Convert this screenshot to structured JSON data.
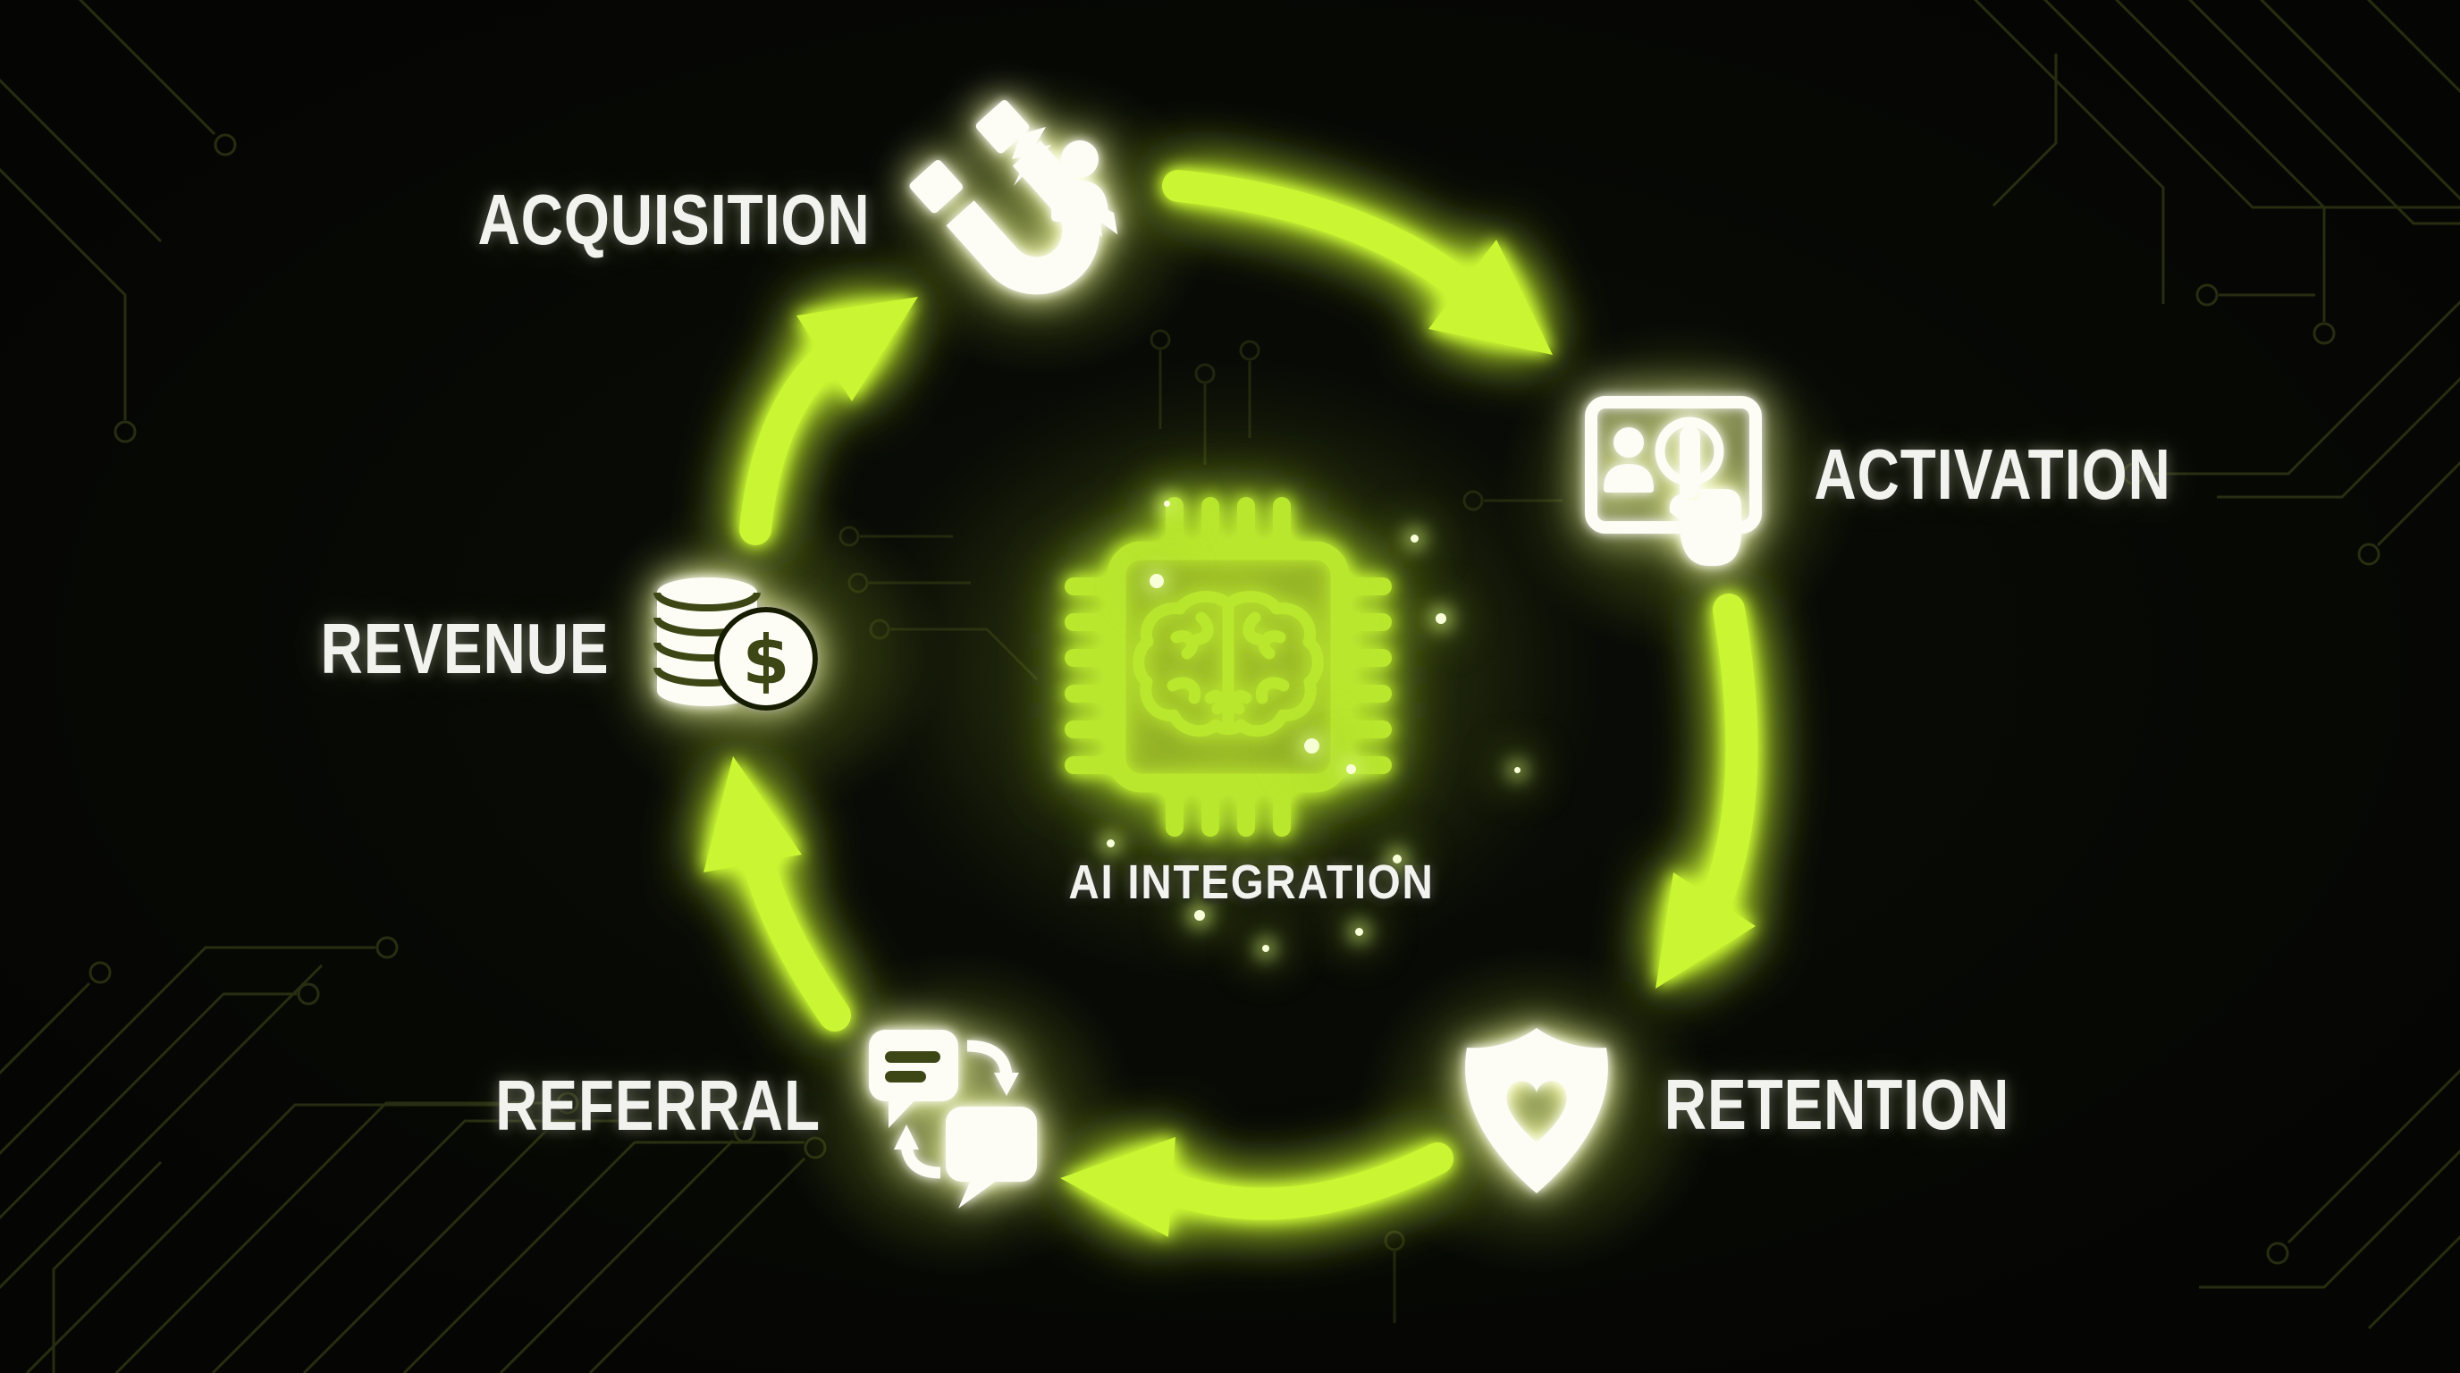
{
  "center": {
    "label": "AI INTEGRATION",
    "icon": "ai-chip-brain-icon"
  },
  "stages": [
    {
      "id": "acquisition",
      "label": "ACQUISITION",
      "icon": "magnet-user-icon"
    },
    {
      "id": "activation",
      "label": "ACTIVATION",
      "icon": "touchscreen-tap-icon"
    },
    {
      "id": "retention",
      "label": "RETENTION",
      "icon": "shield-heart-icon"
    },
    {
      "id": "referral",
      "label": "REFERRAL",
      "icon": "chat-exchange-icon"
    },
    {
      "id": "revenue",
      "label": "REVENUE",
      "icon": "coins-dollar-icon"
    }
  ],
  "flow": [
    "ACQUISITION",
    "ACTIVATION",
    "RETENTION",
    "REFERRAL",
    "REVENUE"
  ],
  "icons": {
    "dollar_glyph": "$"
  },
  "colors": {
    "background": "#070905",
    "neon_green": "#c9f530",
    "chip_green": "#b9e72e",
    "icon_white": "#fdfdf6",
    "label_white": "#f2f3ee",
    "trace_olive": "#4a541e",
    "cutout_olive": "#3e4712"
  }
}
